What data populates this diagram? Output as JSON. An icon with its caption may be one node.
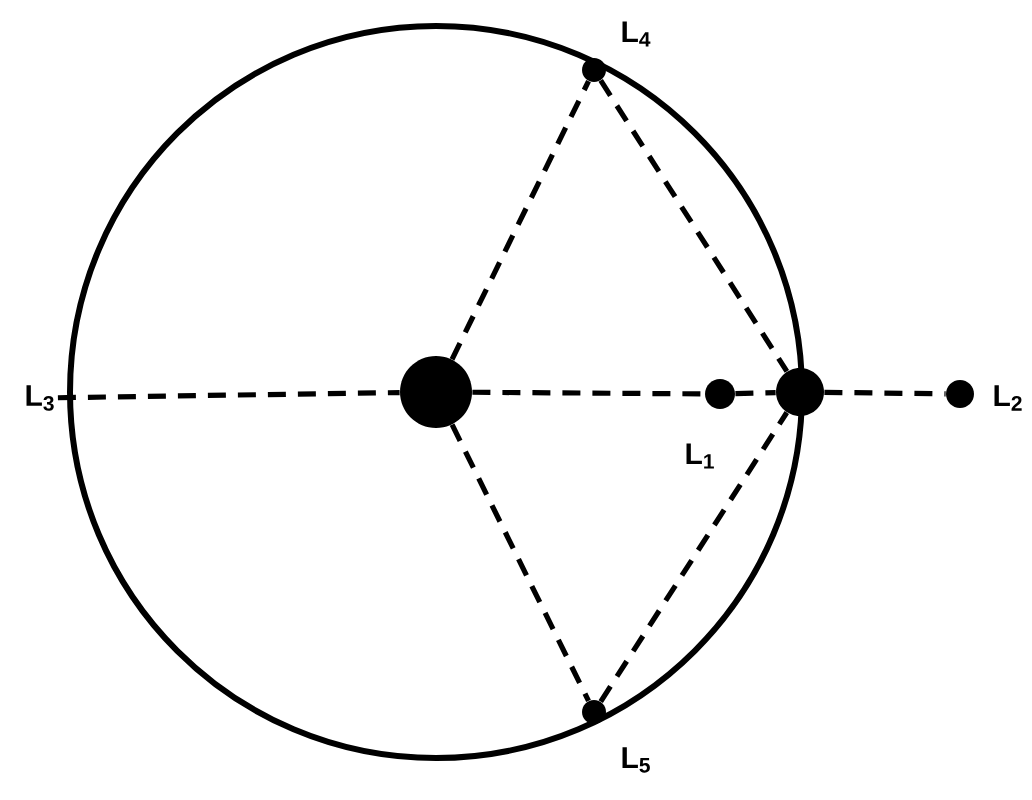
{
  "diagram": {
    "nodes": [
      {
        "text": [],
        "shape": "circle",
        "beside": [
          "L$_{4}$"
        ]
      },
      {
        "text": [
          "L$_{3}$"
        ]
      },
      {
        "text": [],
        "shape": "circle"
      },
      {
        "text": [],
        "shape": "circle",
        "beside": [
          "L$_{1}$"
        ]
      },
      {
        "text": [],
        "shape": "circle"
      },
      {
        "text": [],
        "shape": "circle",
        "beside": [
          "L$_{2}$"
        ]
      },
      {
        "text": [],
        "shape": "circle",
        "beside": [
          "L$_{5}$"
        ]
      }
    ],
    "edges": [
      {
        "from": 1,
        "to": 2,
        "arrow": "none",
        "style": "dashed"
      },
      {
        "from": 2,
        "to": 3,
        "arrow": "none",
        "style": "dashed"
      },
      {
        "from": 3,
        "to": 4,
        "arrow": "none",
        "style": "dashed"
      },
      {
        "from": 4,
        "to": 5,
        "arrow": "none",
        "style": "dashed"
      },
      {
        "from": 2,
        "to": 0,
        "arrow": "none",
        "style": "dashed"
      },
      {
        "from": 2,
        "to": 6,
        "arrow": "none",
        "style": "dashed"
      },
      {
        "from": 0,
        "to": 4,
        "arrow": "none",
        "style": "dashed"
      },
      {
        "from": 6,
        "to": 4,
        "arrow": "none",
        "style": "dashed"
      }
    ]
  }
}
